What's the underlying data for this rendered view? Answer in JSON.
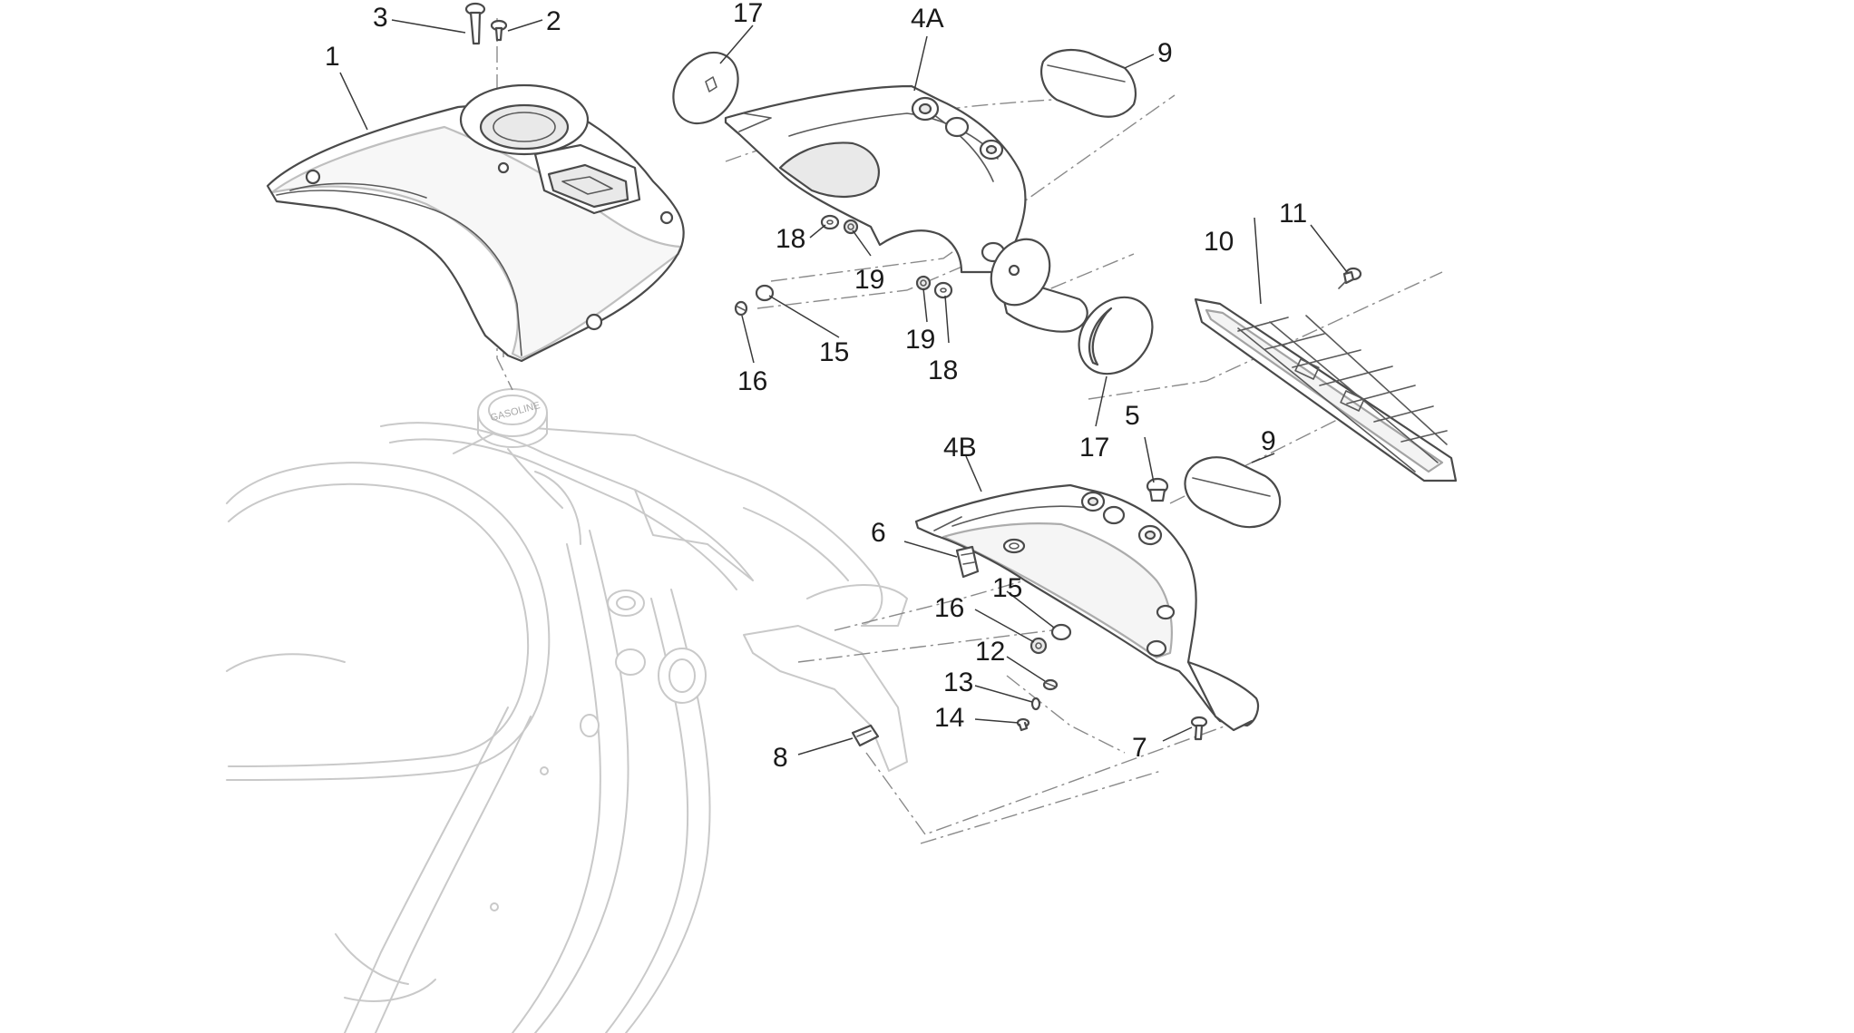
{
  "callouts": {
    "c1": "1",
    "c2": "2",
    "c3": "3",
    "c4a": "4A",
    "c4b": "4B",
    "c5": "5",
    "c6": "6",
    "c7": "7",
    "c8": "8",
    "c9a": "9",
    "c9b": "9",
    "c10": "10",
    "c11": "11",
    "c12": "12",
    "c13": "13",
    "c14": "14",
    "c15a": "15",
    "c15b": "15",
    "c16a": "16",
    "c16b": "16",
    "c17a": "17",
    "c17b": "17",
    "c18a": "18",
    "c18b": "18",
    "c19a": "19",
    "c19b": "19"
  },
  "frame": {
    "fuel_cap_text": "GASOLINE"
  },
  "colors": {
    "line": "#4a4a4a",
    "frame_line": "#c9c9c9",
    "text": "#1a1a1a",
    "background": "#ffffff"
  }
}
